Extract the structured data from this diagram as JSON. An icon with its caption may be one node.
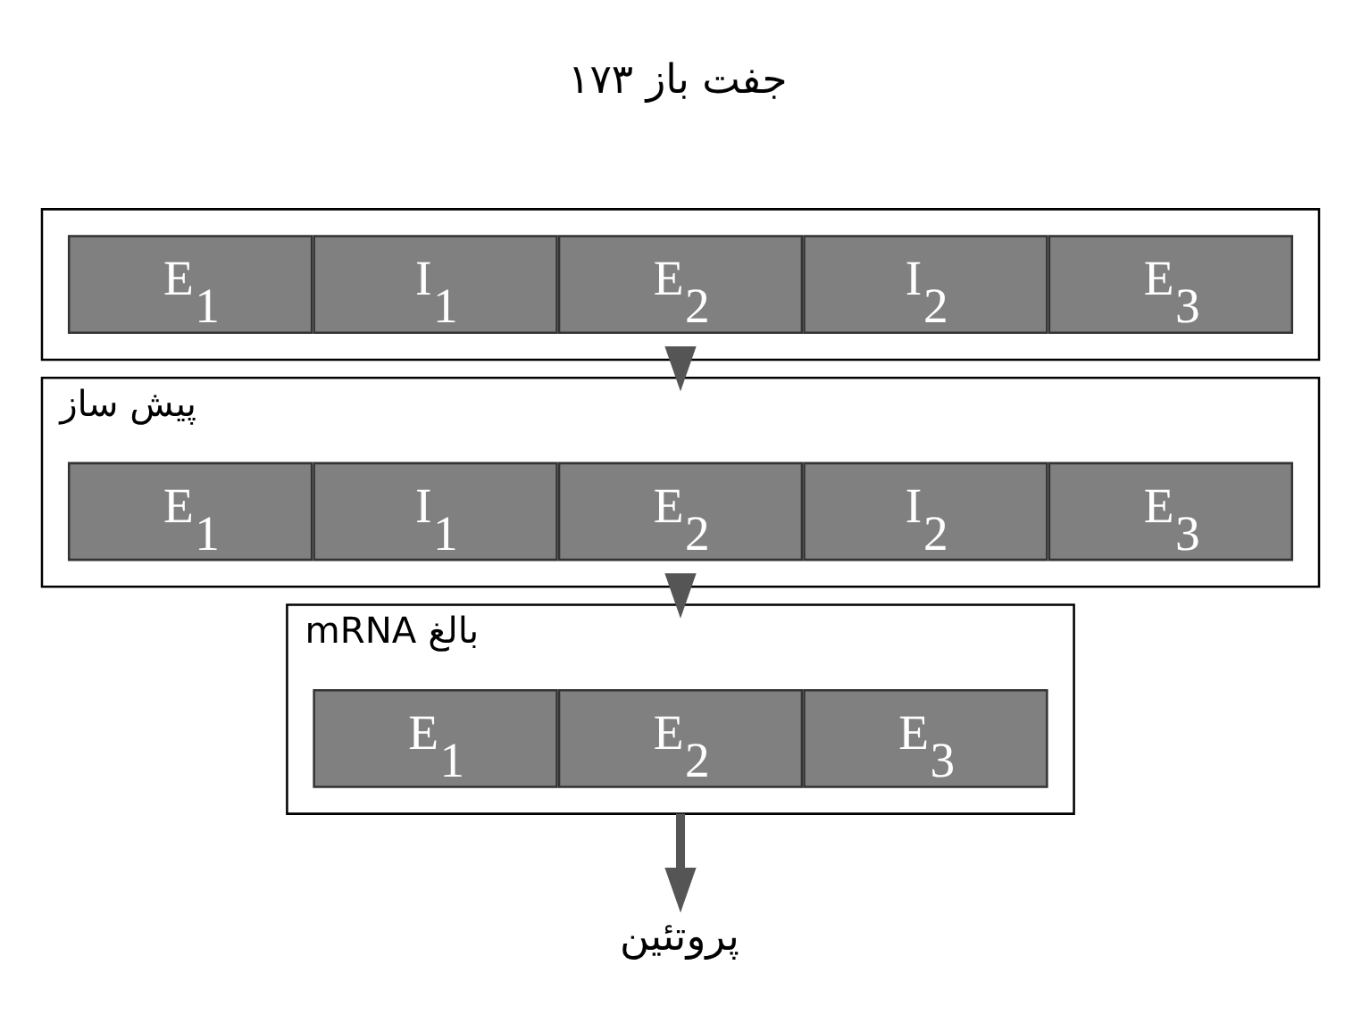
{
  "diagram": {
    "nodes": [
      {
        "text": [],
        "shape": "bar"
      },
      {
        "text": [
          "E$_{1}$"
        ],
        "in": 0
      },
      {
        "text": [
          "I$_{1}$"
        ],
        "in": 0
      },
      {
        "text": [
          "E$_{2}$"
        ],
        "in": 0
      },
      {
        "text": [
          "I$_{2}$"
        ],
        "in": 0
      },
      {
        "text": [
          "E$_{3}$"
        ],
        "in": 0
      },
      {
        "text": [
          "پیش ساز"
        ]
      },
      {
        "text": [
          "E$_{1}$"
        ],
        "in": 6
      },
      {
        "text": [
          "I$_{1}$"
        ],
        "in": 6
      },
      {
        "text": [
          "E$_{2}$"
        ],
        "in": 6
      },
      {
        "text": [
          "I$_{2}$"
        ],
        "in": 6
      },
      {
        "text": [
          "E$_{3}$"
        ],
        "in": 6
      },
      {
        "text": [
          "mRNA بالغ"
        ]
      },
      {
        "text": [
          "E$_{1}$"
        ],
        "in": 12
      },
      {
        "text": [
          "E$_{2}$"
        ],
        "in": 12
      },
      {
        "text": [
          "E$_{3}$"
        ],
        "in": 12
      },
      {
        "text": [
          "پروتئین"
        ]
      }
    ],
    "edges": [
      {
        "from": 0,
        "to": 6,
        "arrow": "to"
      },
      {
        "from": 6,
        "to": 12,
        "arrow": "to"
      },
      {
        "from": 12,
        "to": 16,
        "arrow": "to"
      }
    ],
    "labels": [
      "۱۷۳ جفت باز"
    ]
  }
}
